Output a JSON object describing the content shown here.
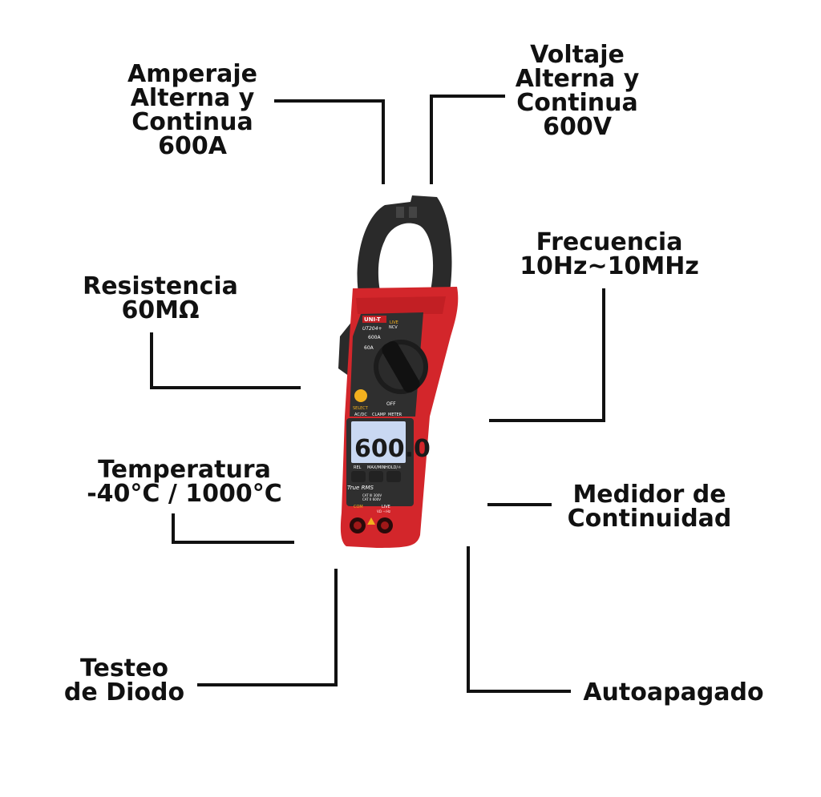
{
  "callouts": {
    "amperaje": [
      "Amperaje",
      "Alterna y",
      "Continua",
      "600A"
    ],
    "voltaje": [
      "Voltaje",
      "Alterna y",
      "Continua",
      "600V"
    ],
    "frecuencia": [
      "Frecuencia",
      "10Hz~10MHz"
    ],
    "resistencia": [
      "Resistencia",
      "60MΩ"
    ],
    "temperatura": [
      "Temperatura",
      "-40°C / 1000°C"
    ],
    "continuidad": [
      "Medidor de",
      "Continuidad"
    ],
    "diodo": [
      "Testeo",
      "de Diodo"
    ],
    "autoapagado": [
      "Autoapagado"
    ]
  },
  "device": {
    "brand": "UNI-T",
    "model": "UT204+",
    "display_reading": "600.0",
    "dial_labels": {
      "ncv_top": "LIVE",
      "ncv": "NCV",
      "a600": "600A",
      "a60": "60A",
      "off": "OFF"
    },
    "select_label": "SELECT",
    "mode_row": [
      "AC/DC",
      "CLAMP",
      "METER"
    ],
    "buttons": [
      "REL",
      "MAX/MIN",
      "HOLD/☼"
    ],
    "true_rms": "True RMS",
    "cat_rating": [
      "CAT III 300V",
      "CAT II 600V"
    ],
    "jack_labels": {
      "com": "COM",
      "live": "LIVE",
      "v": "VΩ ⊣ Hz"
    },
    "colors": {
      "body": "#d3262b",
      "jaw": "#2a2a2a",
      "lcd": "#c9d8f2",
      "dial": "#1c1c1c",
      "select": "#f2b01e"
    }
  }
}
